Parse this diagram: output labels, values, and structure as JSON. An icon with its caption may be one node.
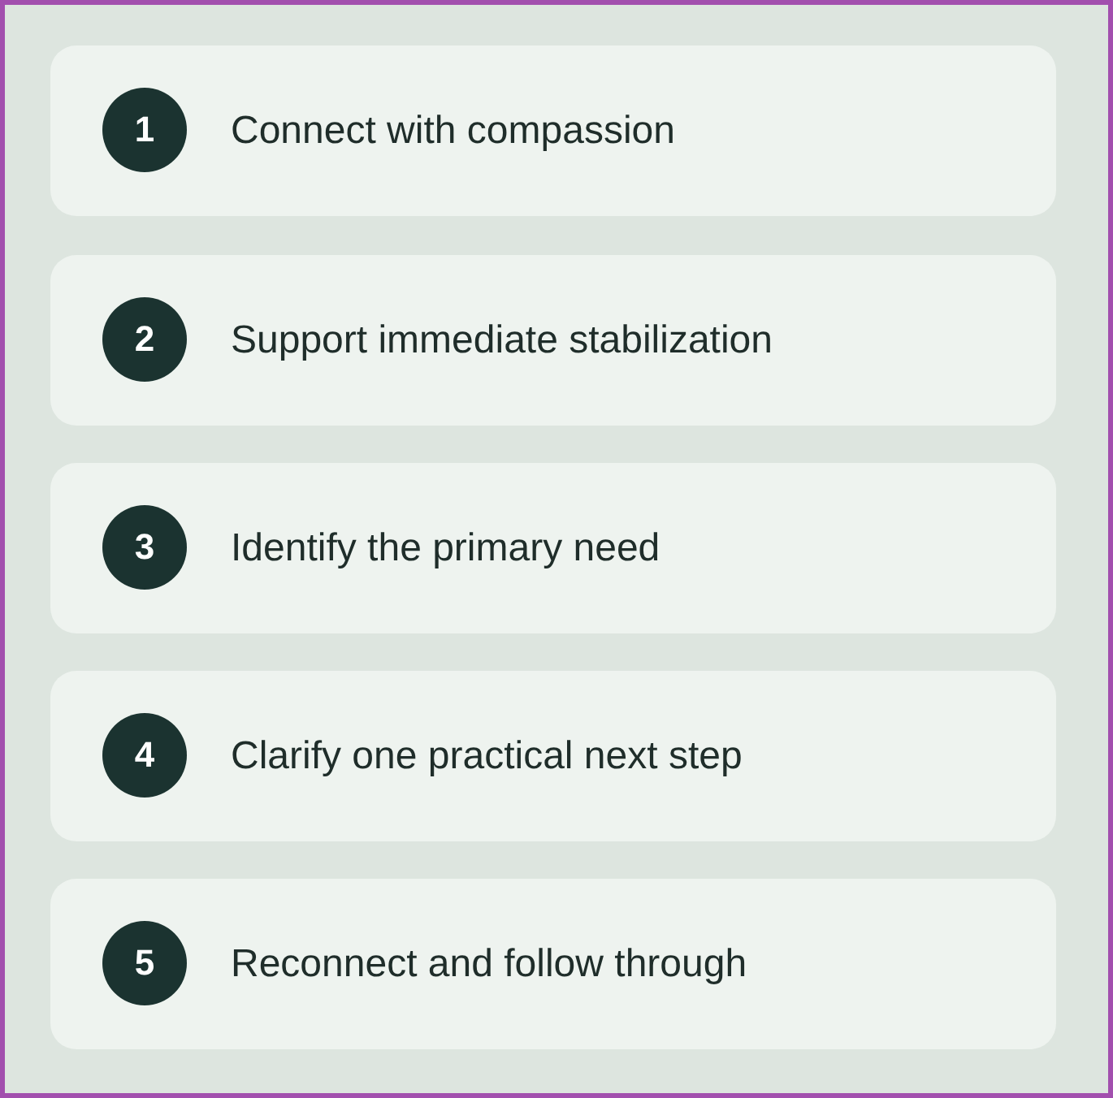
{
  "diagram": {
    "nodes": [
      {
        "text": [
          "Connect with compassion"
        ]
      },
      {
        "text": [
          "1"
        ],
        "in": 0
      },
      {
        "text": [
          "Support immediate stabilization"
        ]
      },
      {
        "text": [
          "2"
        ],
        "in": 2
      },
      {
        "text": [
          "Identify the primary need"
        ]
      },
      {
        "text": [
          "3"
        ],
        "in": 4
      },
      {
        "text": [
          "Clarify one practical next step"
        ]
      },
      {
        "text": [
          "4"
        ],
        "in": 6
      },
      {
        "text": [
          "Reconnect and follow through"
        ]
      },
      {
        "text": [
          "5"
        ],
        "in": 8
      }
    ]
  }
}
